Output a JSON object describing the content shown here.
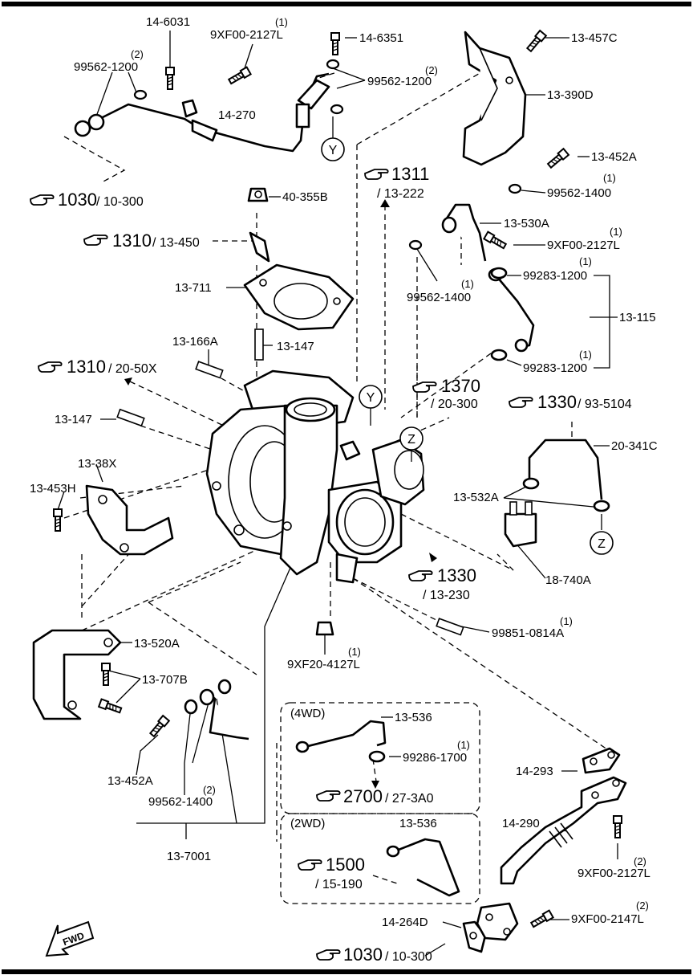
{
  "parts": {
    "p14_6031": "14-6031",
    "p9xf00_2127l_top": "9XF00-2127L",
    "q1_top": "(1)",
    "p14_6351": "14-6351",
    "p13_457c": "13-457C",
    "p99562_1200_left": "99562-1200",
    "q2_left": "(2)",
    "p99562_1200_right": "99562-1200",
    "q2_right": "(2)",
    "p14_270": "14-270",
    "p13_390d": "13-390D",
    "p13_452a_top": "13-452A",
    "p99562_1400_top": "99562-1400",
    "q1_99562_1400_top": "(1)",
    "p40_355b": "40-355B",
    "p13_530a": "13-530A",
    "p9xf00_2127l_mid": "9XF00-2127L",
    "q1_mid": "(1)",
    "p13_711": "13-711",
    "p99562_1400_mid": "99562-1400",
    "q1_99562_1400_mid": "(1)",
    "p99283_1200_a": "99283-1200",
    "q1_99283_a": "(1)",
    "p13_115": "13-115",
    "p13_166a": "13-166A",
    "p13_147_top": "13-147",
    "p99283_1200_b": "99283-1200",
    "q1_99283_b": "(1)",
    "p13_147_left": "13-147",
    "p20_341c": "20-341C",
    "p13_38x": "13-38X",
    "p13_453h": "13-453H",
    "p13_532a": "13-532A",
    "p18_740a": "18-740A",
    "p99851_0814a": "99851-0814A",
    "q1_99851": "(1)",
    "p13_520a": "13-520A",
    "p9xf20_4127l": "9XF20-4127L",
    "q1_9xf20": "(1)",
    "p13_707b": "13-707B",
    "p13_536_4wd": "13-536",
    "p99286_1700": "99286-1700",
    "q1_99286": "(1)",
    "p14_293": "14-293",
    "p13_452a_bottom": "13-452A",
    "p99562_1400_bottom": "99562-1400",
    "q2_99562_1400_bottom": "(2)",
    "p13_536_2wd": "13-536",
    "p14_290": "14-290",
    "p13_7001": "13-7001",
    "p9xf00_2127l_bottom": "9XF00-2127L",
    "q2_9xf00_2127l_bottom": "(2)",
    "p14_264d": "14-264D",
    "p9xf00_2147l": "9XF00-2147L",
    "q2_9xf00_2147l": "(2)"
  },
  "refs": {
    "r1030_top": {
      "main": "1030",
      "sub": "/ 10-300"
    },
    "r1311": {
      "main": "1311",
      "sub": "/ 13-222"
    },
    "r1310_a": {
      "main": "1310",
      "sub": "/ 13-450"
    },
    "r1310_b": {
      "main": "1310",
      "sub": "/ 20-50X"
    },
    "r1370": {
      "main": "1370",
      "sub": "/ 20-300"
    },
    "r1330_a": {
      "main": "1330",
      "sub": "/ 93-5104"
    },
    "r1330_b": {
      "main": "1330",
      "sub": "/ 13-230"
    },
    "r2700": {
      "main": "2700",
      "sub": "/ 27-3A0"
    },
    "r1500": {
      "main": "1500",
      "sub": "/ 15-190"
    },
    "r1030_bottom": {
      "main": "1030",
      "sub": "/ 10-300"
    }
  },
  "variants": {
    "wd4": "(4WD)",
    "wd2": "(2WD)"
  },
  "markers": {
    "y": "Y",
    "z": "Z"
  },
  "fwd": "FWD"
}
